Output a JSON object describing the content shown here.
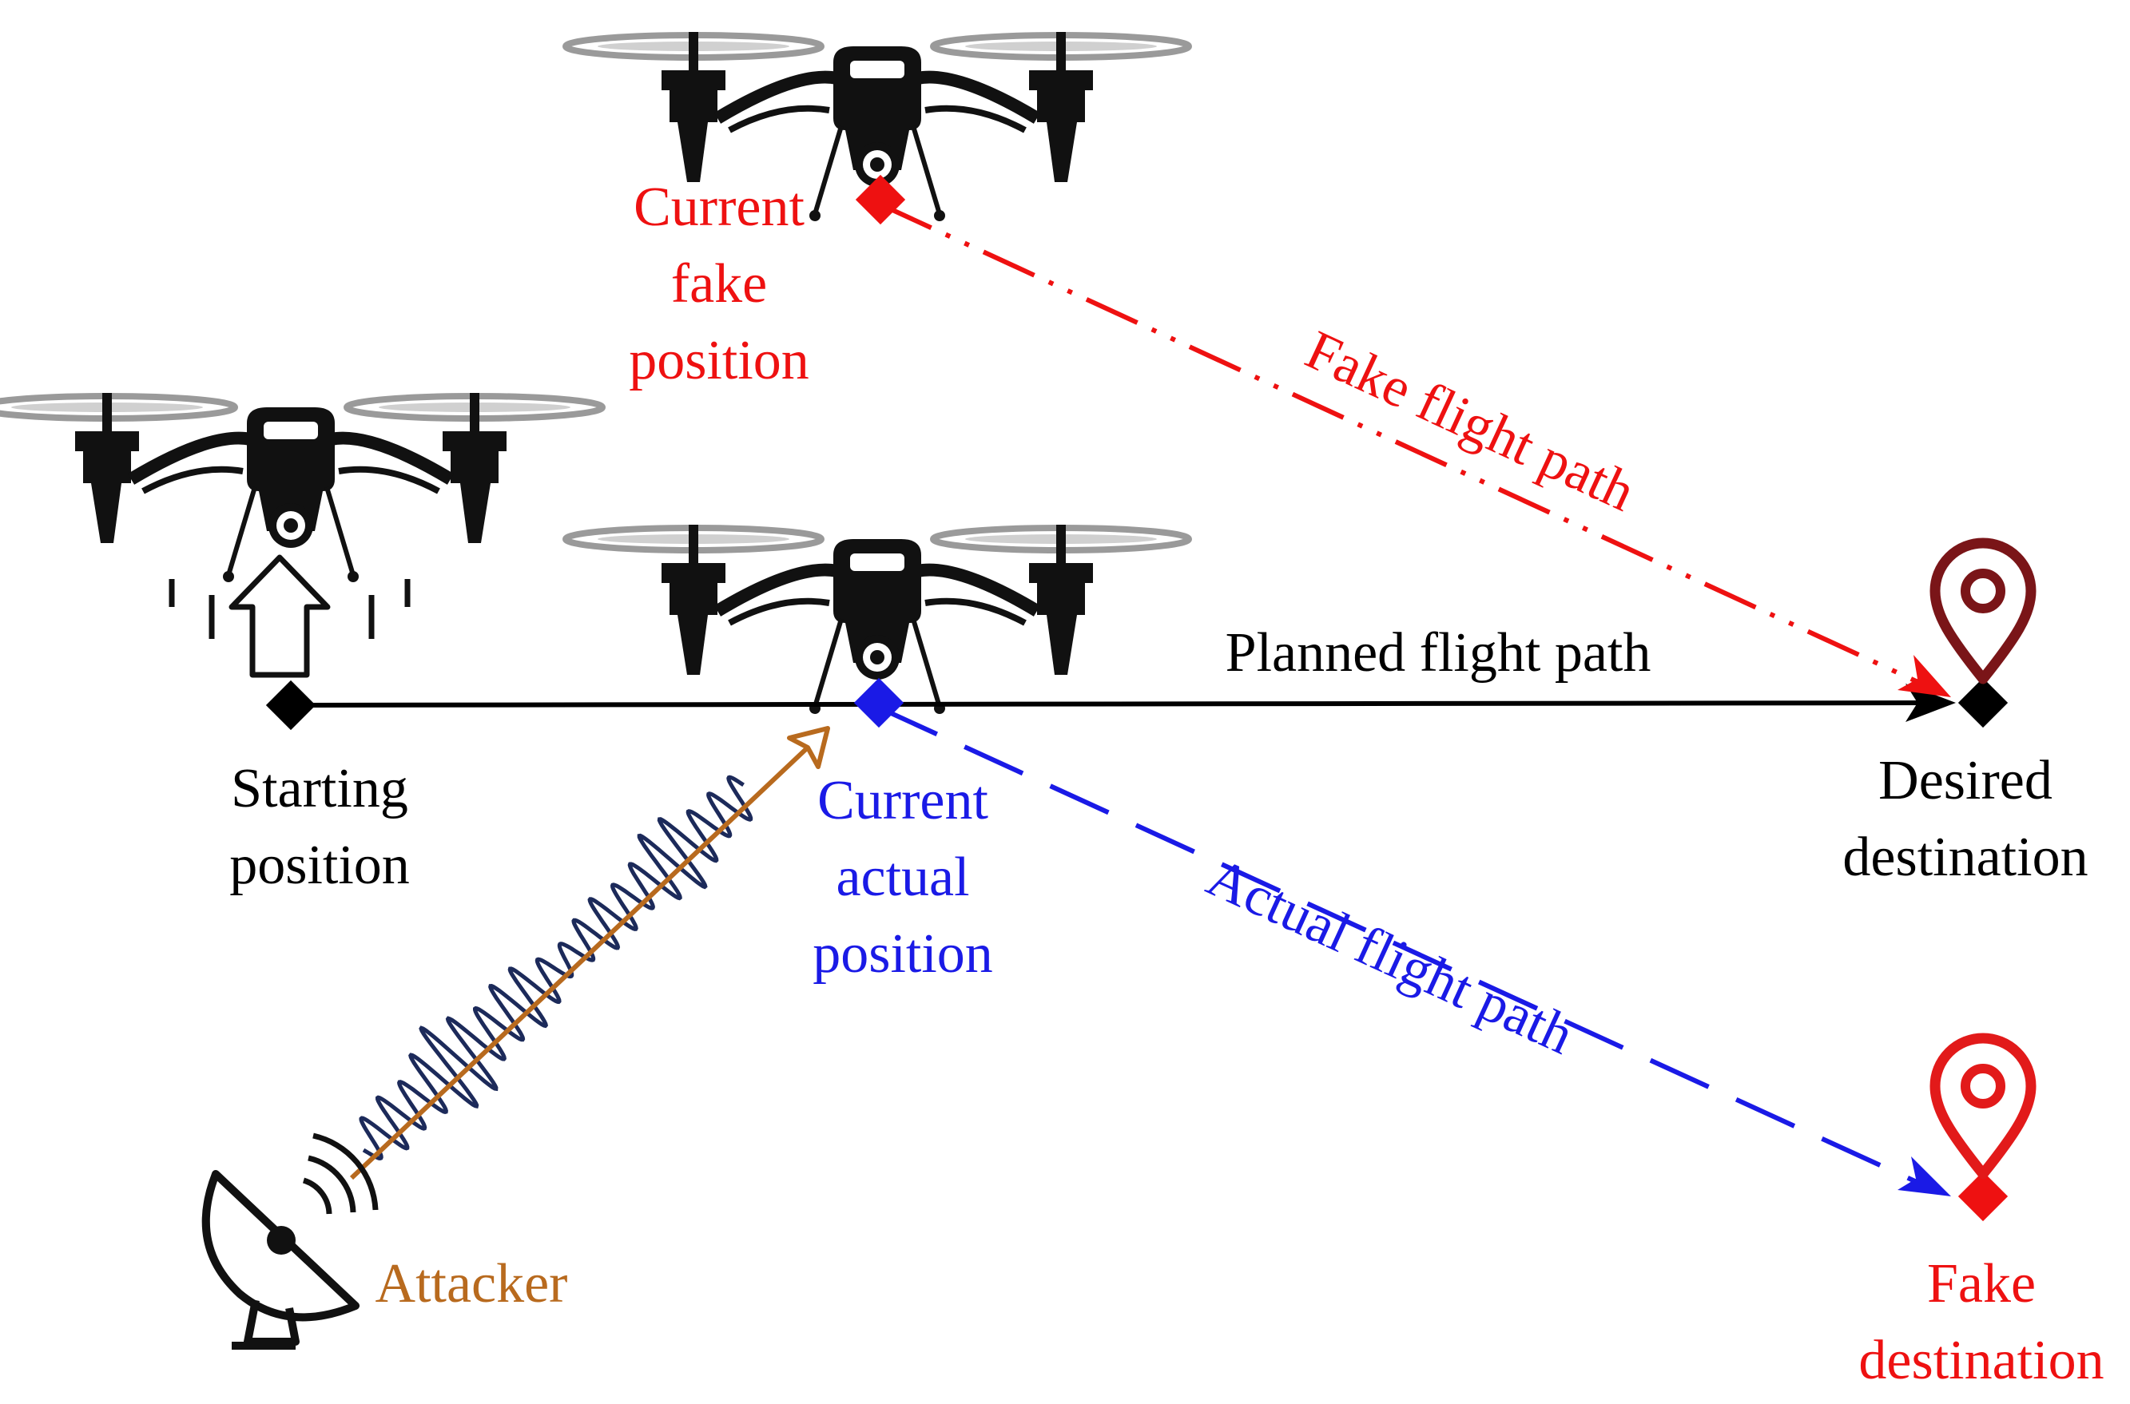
{
  "labels": {
    "current_fake_position": [
      "Current",
      "fake",
      "position"
    ],
    "fake_flight_path": "Fake flight path",
    "planned_flight_path": "Planned flight path",
    "starting_position": [
      "Starting",
      "position"
    ],
    "current_actual_position": [
      "Current",
      "actual",
      "position"
    ],
    "actual_flight_path": "Actual flight path",
    "desired_destination": [
      "Desired",
      "destination"
    ],
    "attacker": "Attacker",
    "fake_destination": [
      "Fake",
      "destination"
    ]
  },
  "colors": {
    "fake": "#ee1111",
    "actual": "#1a1ae6",
    "planned": "#000000",
    "attacker": "#b86a1e",
    "signal": "#1c2a5a",
    "desired_pin": "#7a1518",
    "fake_pin": "#e21a1a"
  },
  "icons": [
    "drone-icon",
    "location-pin-icon",
    "satellite-dish-icon",
    "up-arrow-icon"
  ]
}
